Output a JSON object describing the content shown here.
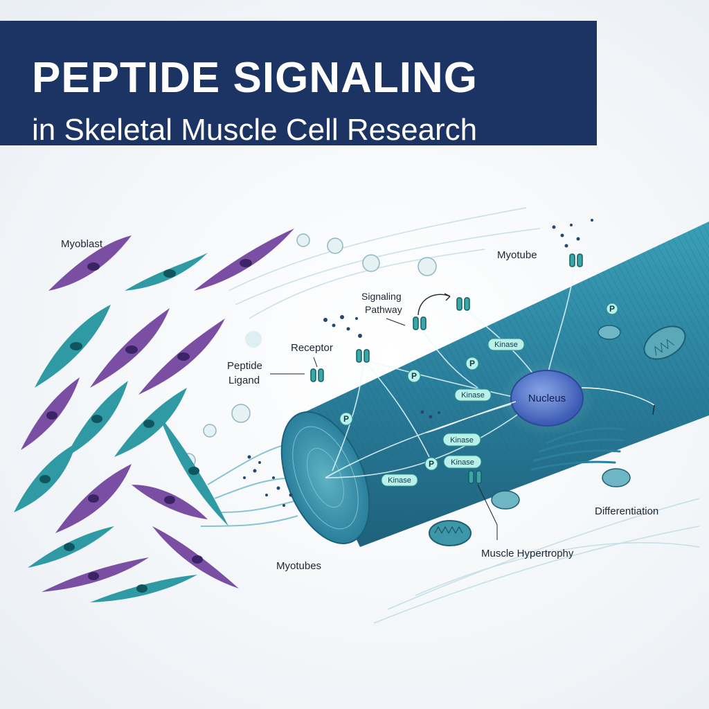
{
  "title": {
    "main": "PEPTIDE SIGNALING",
    "sub": "in Skeletal Muscle Cell Research"
  },
  "labels": {
    "myoblast": "Myoblast",
    "myotube_top": "Myotube",
    "signaling_line1": "Signaling",
    "signaling_line2": "Pathway",
    "receptor": "Receptor",
    "peptide_line1": "Peptide",
    "peptide_line2": "Ligand",
    "nucleus": "Nucleus",
    "differentiation": "Differentiation",
    "myotubes_bottom": "Myotubes",
    "hypertrophy": "Muscle Hypertrophy"
  },
  "kinase_label": "Kinase",
  "phospho_label": "P",
  "colors": {
    "banner": "#1c3463",
    "muscle_fiber": "#2e8ba6",
    "muscle_dark": "#1d6c86",
    "myoblast_purple": "#7a4fa3",
    "myoblast_teal": "#2f9aa3",
    "nucleus": "#3b5fc2",
    "kinase_pill": "#b9f0ea"
  }
}
